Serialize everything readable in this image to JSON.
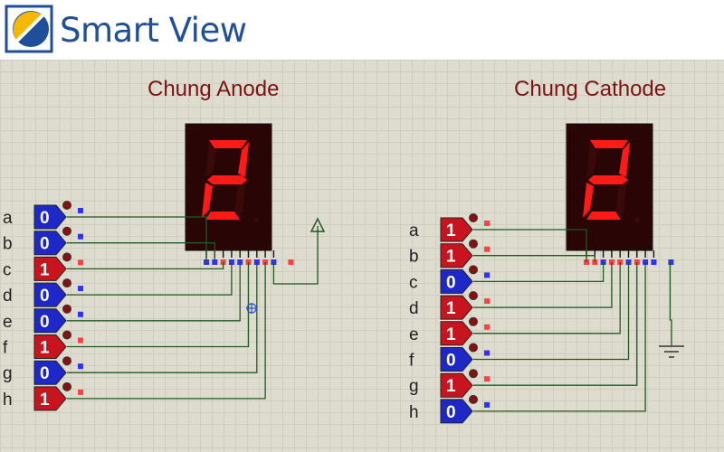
{
  "brand": {
    "name": "Smart View"
  },
  "colors": {
    "wire": "#1f5a1f",
    "segment_on": "#ff1a1a",
    "segment_off": "#3a0a0a",
    "display_bg": "#2a0505",
    "high": "#c8141e",
    "low": "#1e28c8"
  },
  "circuits": [
    {
      "title": "Chung Anode",
      "inputs": [
        {
          "label": "a",
          "value": "0"
        },
        {
          "label": "b",
          "value": "0"
        },
        {
          "label": "c",
          "value": "1"
        },
        {
          "label": "d",
          "value": "0"
        },
        {
          "label": "e",
          "value": "0"
        },
        {
          "label": "f",
          "value": "1"
        },
        {
          "label": "g",
          "value": "0"
        },
        {
          "label": "h",
          "value": "1"
        }
      ],
      "common": "power-arrow-icon",
      "display_digit": "2"
    },
    {
      "title": "Chung Cathode",
      "inputs": [
        {
          "label": "a",
          "value": "1"
        },
        {
          "label": "b",
          "value": "1"
        },
        {
          "label": "c",
          "value": "0"
        },
        {
          "label": "d",
          "value": "1"
        },
        {
          "label": "e",
          "value": "1"
        },
        {
          "label": "f",
          "value": "0"
        },
        {
          "label": "g",
          "value": "1"
        },
        {
          "label": "h",
          "value": "0"
        }
      ],
      "common": "ground-icon",
      "display_digit": "2"
    }
  ]
}
